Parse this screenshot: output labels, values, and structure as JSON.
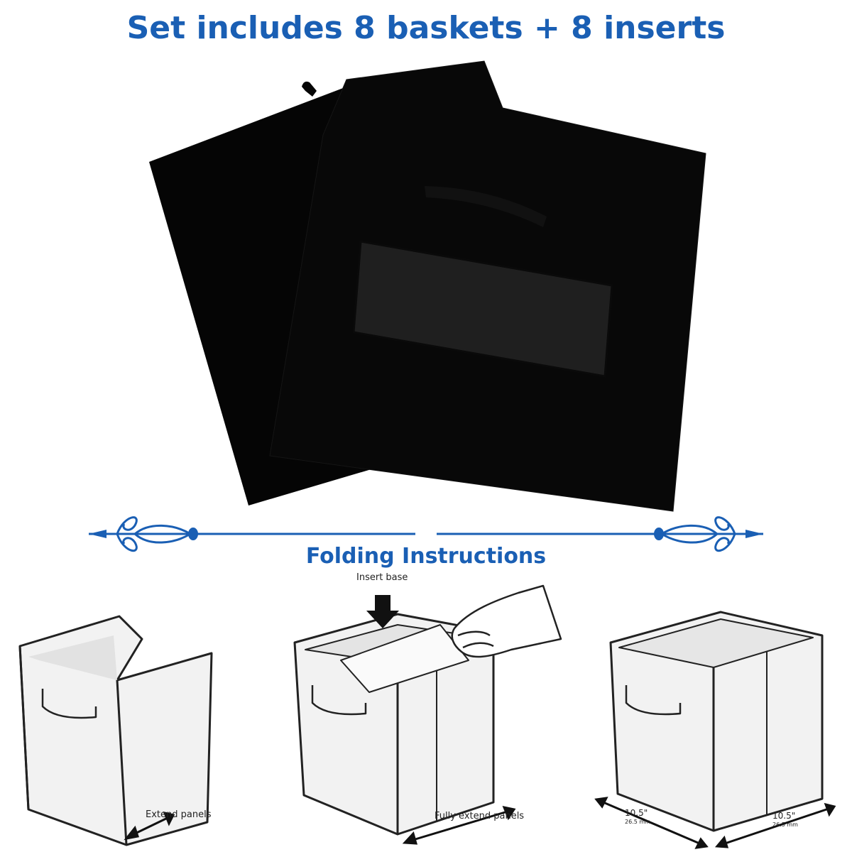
{
  "headline": "Set includes 8 baskets + 8 inserts",
  "section_title": "Folding Instructions",
  "steps": [
    {
      "label": "Extend panels"
    },
    {
      "label": "Insert base"
    },
    {
      "label": "Fully extend panels"
    }
  ],
  "dimensions": [
    {
      "main": "10.5\"",
      "sub": "26.5 mm"
    },
    {
      "main": "10.5\"",
      "sub": "26.5 mm"
    }
  ],
  "colors": {
    "brand_blue": "#1a5fb4",
    "basket_black": "#050505",
    "box_fill": "#f2f2f2",
    "outline": "#222222"
  }
}
